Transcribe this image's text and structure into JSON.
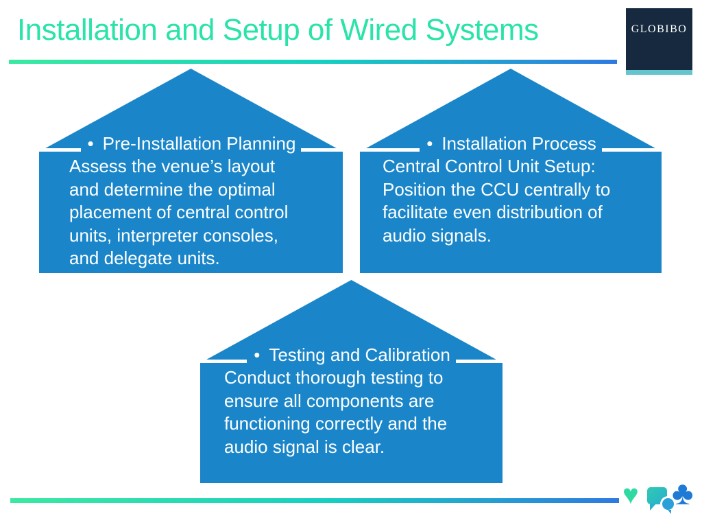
{
  "header": {
    "title": "Installation and Setup of Wired Systems",
    "logo_text": "GLOBIBO"
  },
  "houses": [
    {
      "bullet": "•",
      "title": "Pre-Installation Planning",
      "lines": [
        "Assess the venue’s layout",
        "and determine the optimal",
        "placement of central control",
        "units, interpreter consoles,",
        "and delegate units."
      ]
    },
    {
      "bullet": "•",
      "title": "Installation Process",
      "lines": [
        "Central Control Unit Setup:",
        "Position the CCU centrally to",
        "facilitate even distribution of",
        "audio signals."
      ]
    },
    {
      "bullet": "•",
      "title": "Testing and Calibration",
      "lines": [
        "Conduct thorough testing to",
        "ensure all components are",
        "functioning correctly and the",
        "audio signal is clear."
      ]
    }
  ],
  "footer": {
    "heart_glyph": "♥",
    "club_glyph": "♣"
  },
  "colors": {
    "house_blue": "#1a86c9",
    "title_teal": "#29e3a9",
    "grad_start": "#3be9a1",
    "grad_mid": "#17cfc0",
    "grad_end": "#2e79e0",
    "logo_navy": "#16293e",
    "logo_strip": "#66c4cd",
    "heart_color": "#2edaa2",
    "chat_teal": "#2fc9b2",
    "chat_mid": "#28b0cf",
    "chat_blue": "#2a9fd8",
    "club_blue": "#1e7ad4"
  }
}
